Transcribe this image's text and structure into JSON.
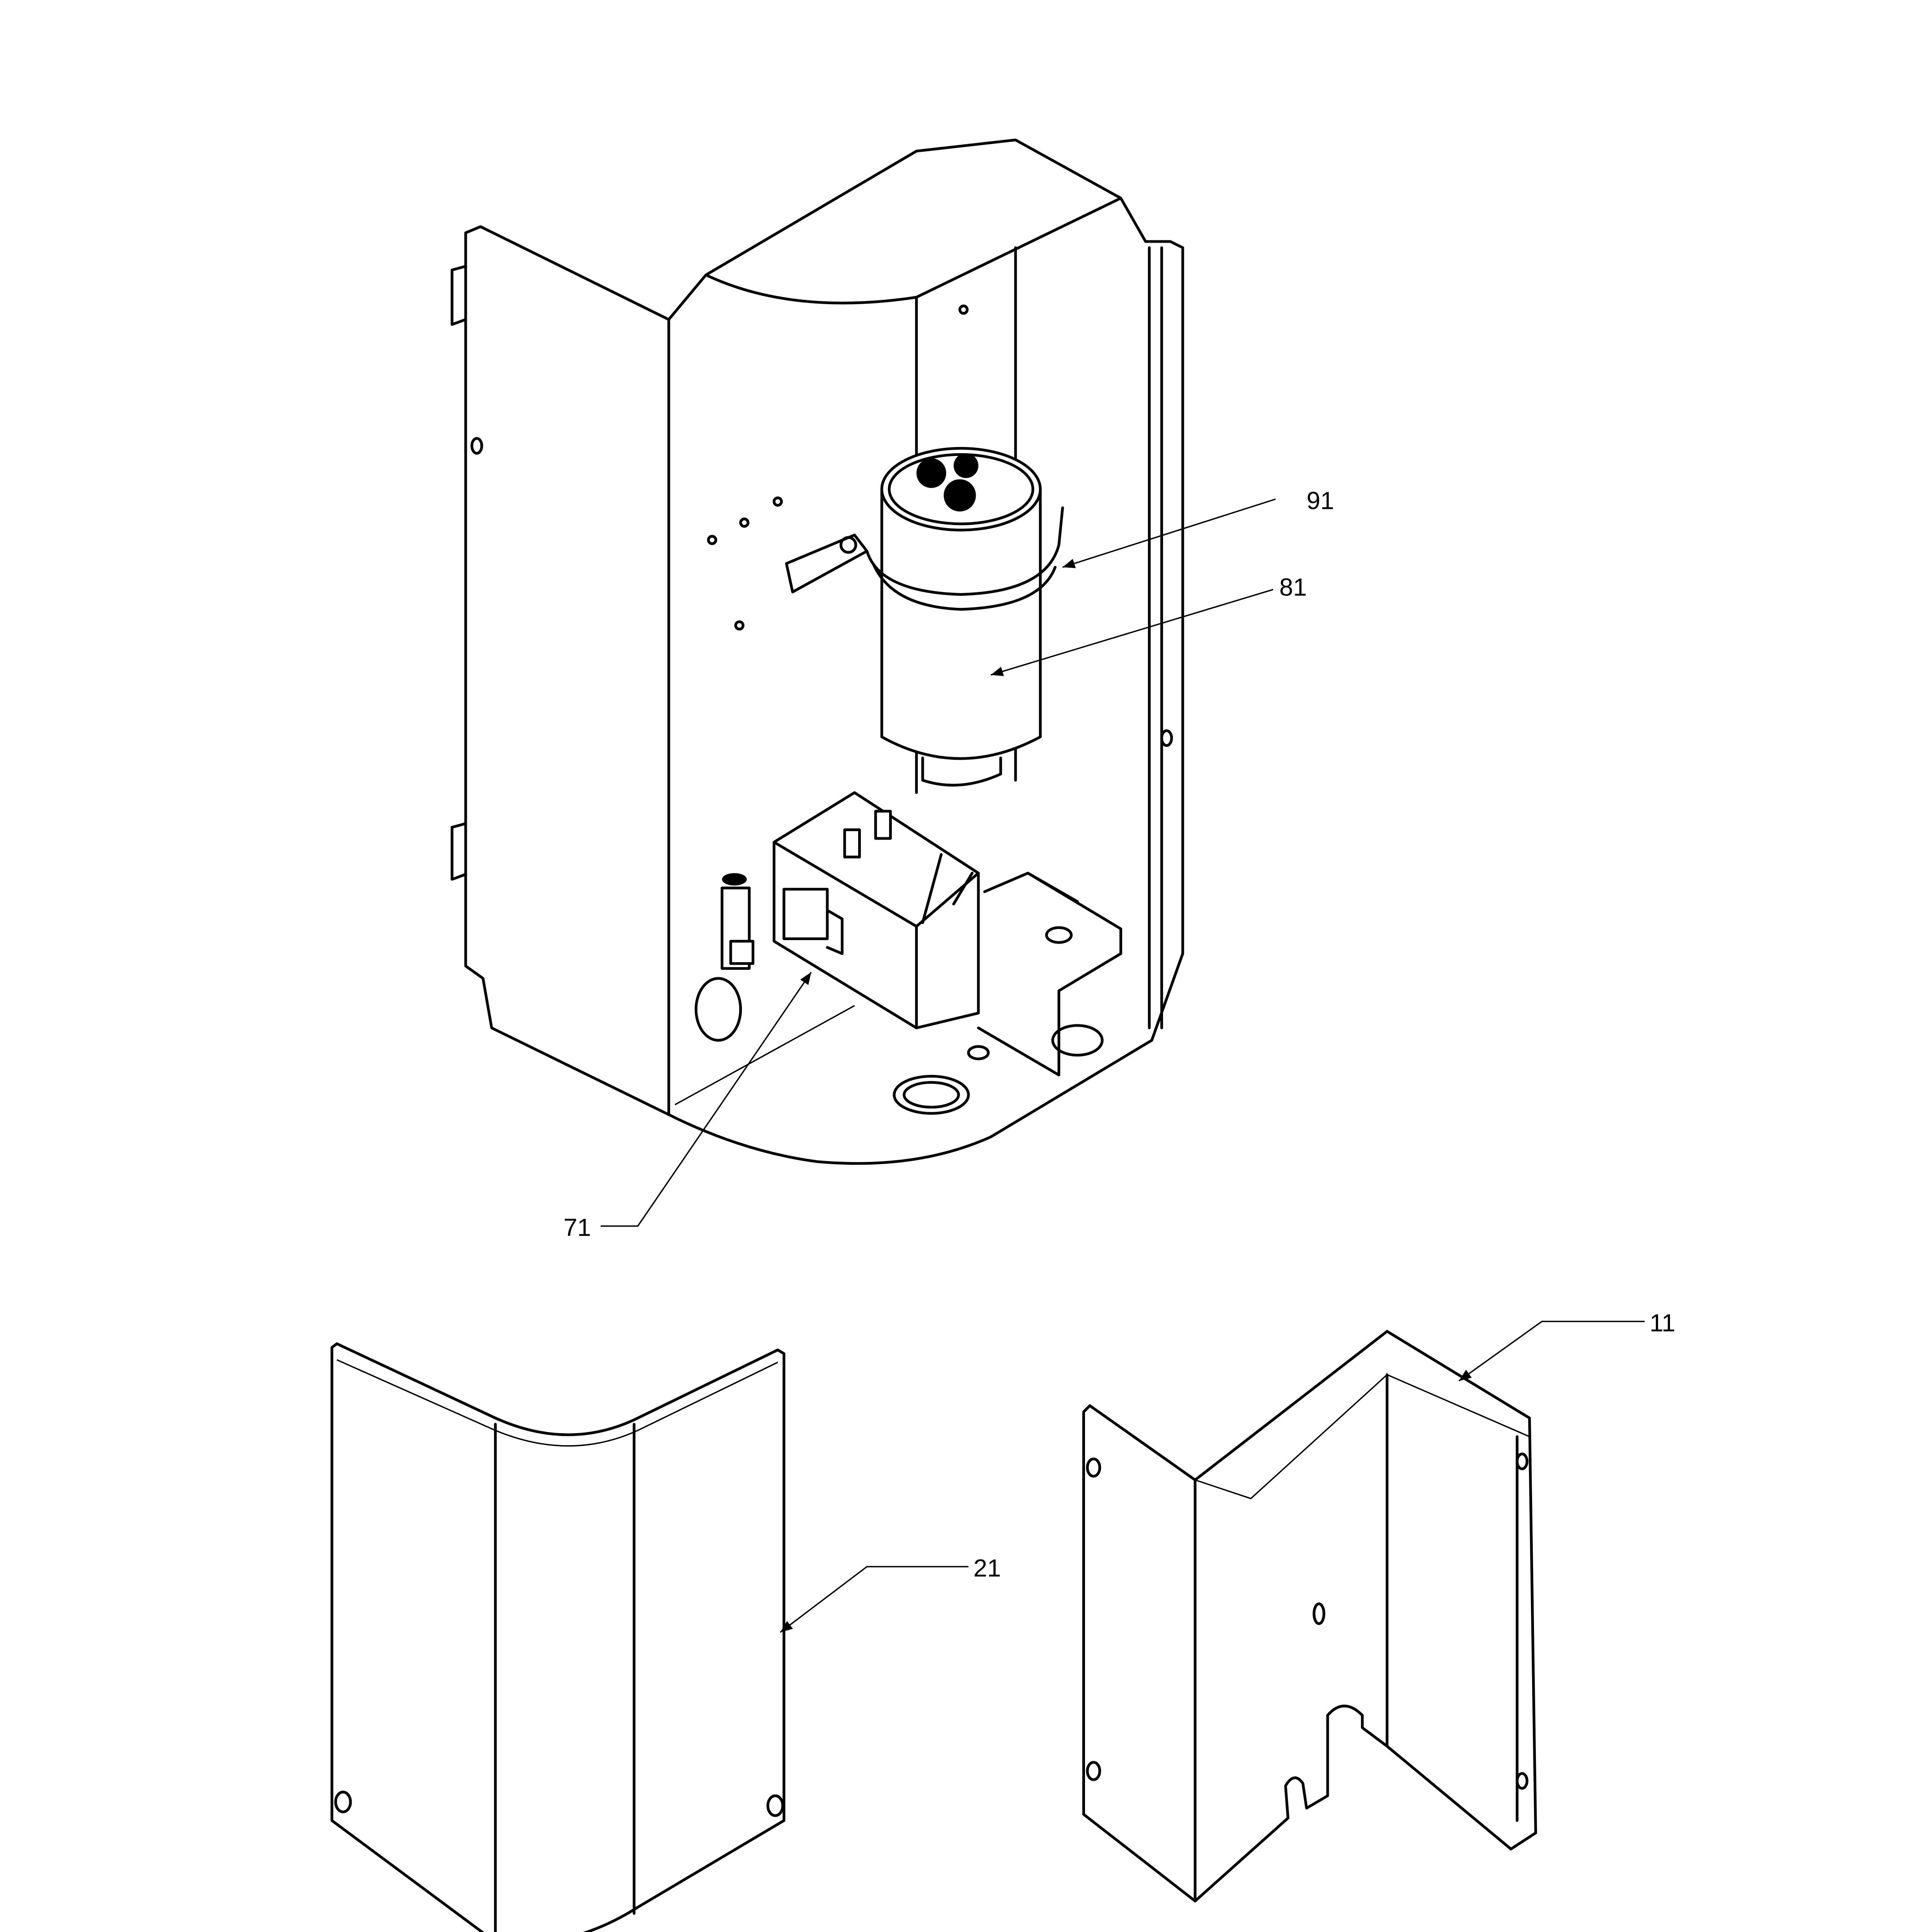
{
  "diagram": {
    "type": "exploded parts diagram",
    "callouts": [
      {
        "id": "91",
        "label": "91",
        "part": "capacitor-strap"
      },
      {
        "id": "81",
        "label": "81",
        "part": "capacitor"
      },
      {
        "id": "71",
        "label": "71",
        "part": "contactor"
      },
      {
        "id": "11",
        "label": "11",
        "part": "rear-panel"
      },
      {
        "id": "21",
        "label": "21",
        "part": "front-cover"
      }
    ]
  }
}
